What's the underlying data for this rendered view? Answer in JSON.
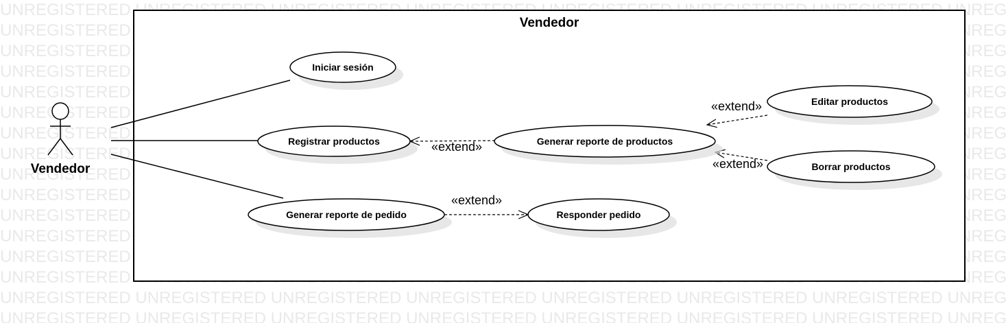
{
  "watermark": "UNREGISTERED",
  "system": {
    "title": "Vendedor"
  },
  "actor": {
    "name": "Vendedor"
  },
  "use_cases": {
    "iniciar_sesion": "Iniciar sesión",
    "registrar_productos": "Registrar productos",
    "generar_reporte_pedido": "Generar reporte de pedido",
    "generar_reporte_productos": "Generar reporte de productos",
    "editar_productos": "Editar productos",
    "borrar_productos": "Borrar productos",
    "responder_pedido": "Responder pedido"
  },
  "relationships": {
    "extend_label": "«extend»"
  },
  "colors": {
    "line": "#000000",
    "watermark": "#e9e9e9",
    "shadow": "#dddddd"
  }
}
